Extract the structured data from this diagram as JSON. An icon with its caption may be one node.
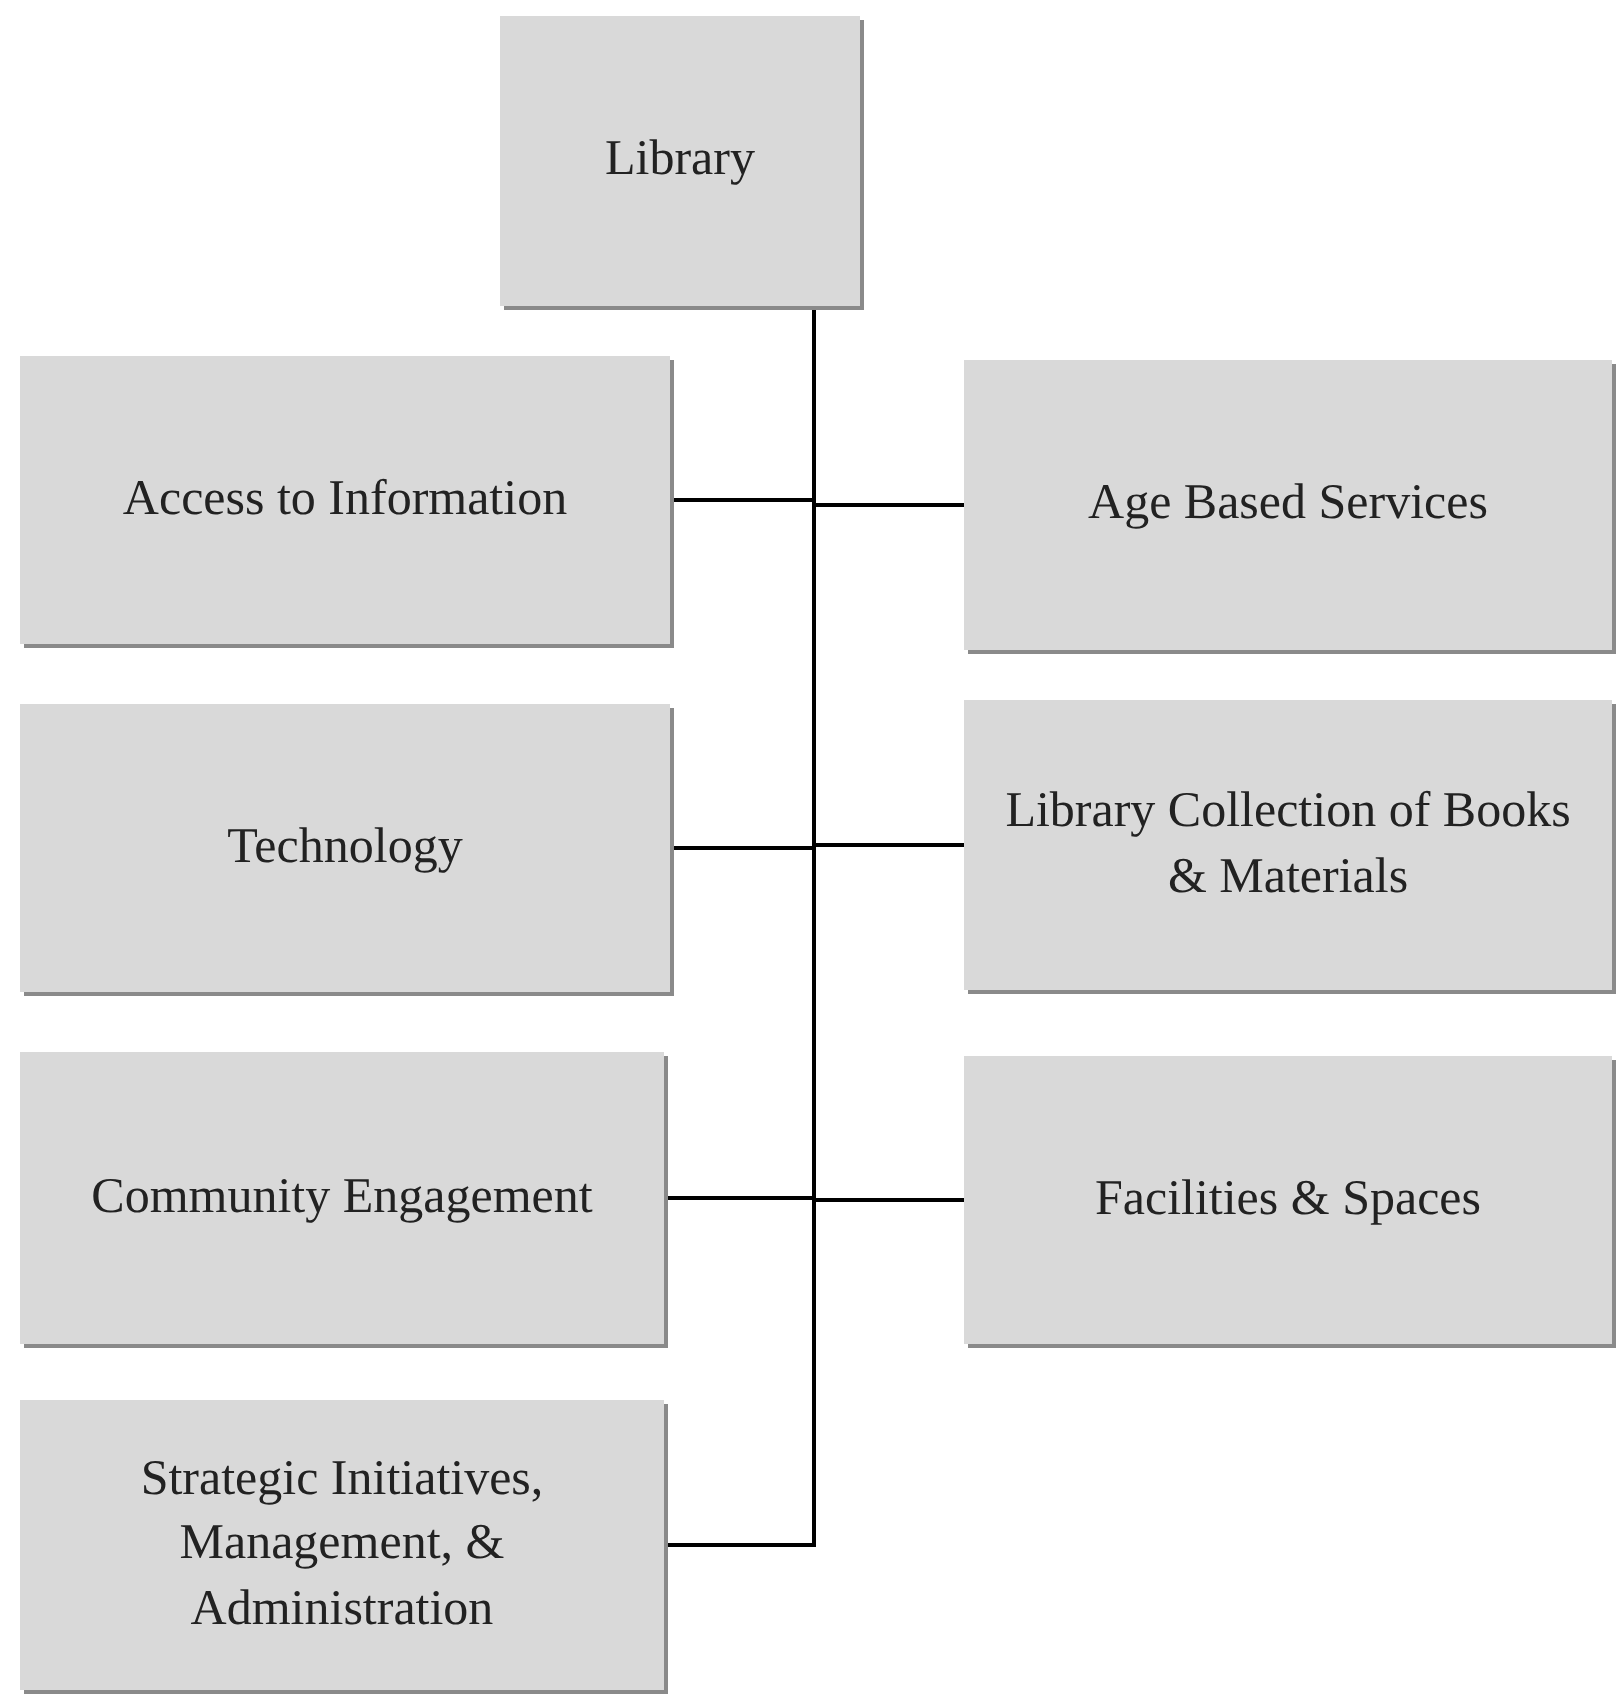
{
  "diagram": {
    "nodes": [
      {
        "text": [
          "Library"
        ]
      },
      {
        "text": [
          "Access to Information"
        ]
      },
      {
        "text": [
          "Age Based Services"
        ]
      },
      {
        "text": [
          "Technology"
        ]
      },
      {
        "text": [
          "Library Collection of Books & Materials"
        ]
      },
      {
        "text": [
          "Community Engagement"
        ]
      },
      {
        "text": [
          "Facilities & Spaces"
        ]
      },
      {
        "text": [
          "Strategic Initiatives, Management, & Administration"
        ]
      }
    ],
    "edges": [
      {
        "from": 0,
        "to": 1,
        "arrow": "none"
      },
      {
        "from": 0,
        "to": 2,
        "arrow": "none"
      },
      {
        "from": 0,
        "to": 3,
        "arrow": "none"
      },
      {
        "from": 0,
        "to": 4,
        "arrow": "none"
      },
      {
        "from": 0,
        "to": 5,
        "arrow": "none"
      },
      {
        "from": 0,
        "to": 6,
        "arrow": "none"
      },
      {
        "from": 0,
        "to": 7,
        "arrow": "none"
      }
    ]
  }
}
